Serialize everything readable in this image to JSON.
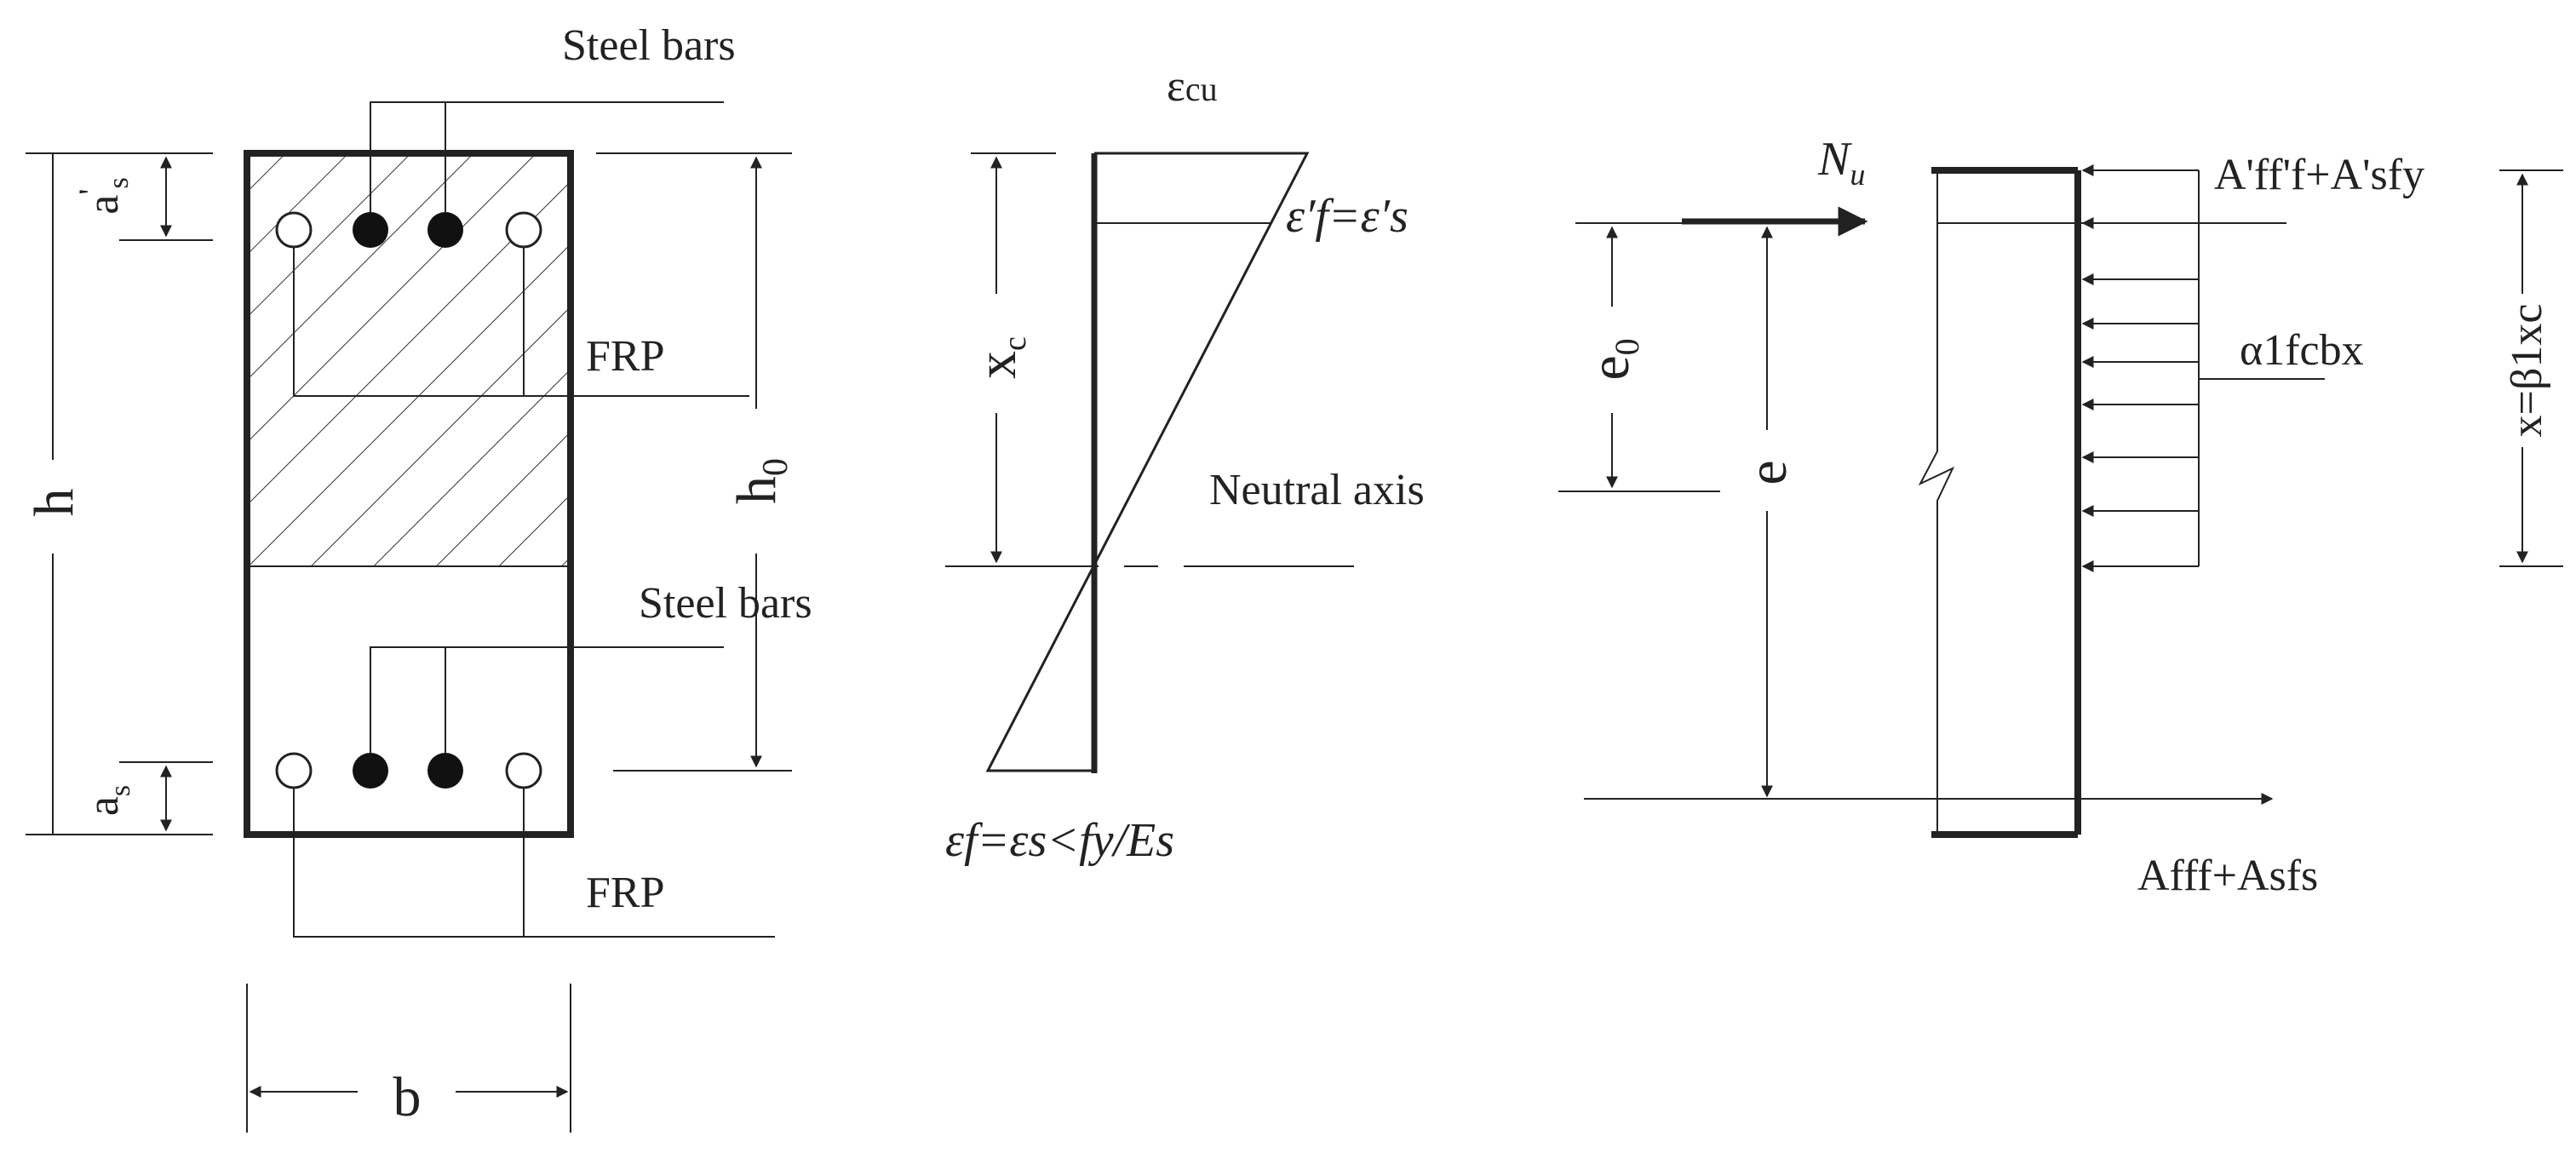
{
  "cross_section": {
    "top_steel_label": "Steel bars",
    "bottom_steel_label": "Steel bars",
    "top_frp_label": "FRP",
    "bottom_frp_label": "FRP",
    "height_label": "h",
    "effective_depth_label": "h",
    "effective_depth_sub": "0",
    "width_label": "b",
    "top_cover_label": "a",
    "top_cover_sup": "'",
    "top_cover_sub": "s",
    "bottom_cover_label": "a",
    "bottom_cover_sub": "s"
  },
  "strain_diagram": {
    "ecu_main": "ε",
    "ecu_sub": "cu",
    "top_strain_label": "ε′f=ε′s",
    "bottom_strain_label": "εf=εs<fy/Es",
    "xc_main": "x",
    "xc_sub": "c",
    "neutral_axis_label": "Neutral axis"
  },
  "force_diagram": {
    "axial_main": "N",
    "axial_sub": "u",
    "e0_main": "e",
    "e0_sub": "0",
    "e_label": "e",
    "top_force_label": "A'ff'f+A'sfy",
    "concrete_force_label": "α1fcbx",
    "bottom_force_label": "Afff+Asfs",
    "block_depth_label": "x=β1xc"
  },
  "colors": {
    "line": "#222222",
    "steel_fill": "#111111",
    "frp_fill": "#ffffff"
  }
}
